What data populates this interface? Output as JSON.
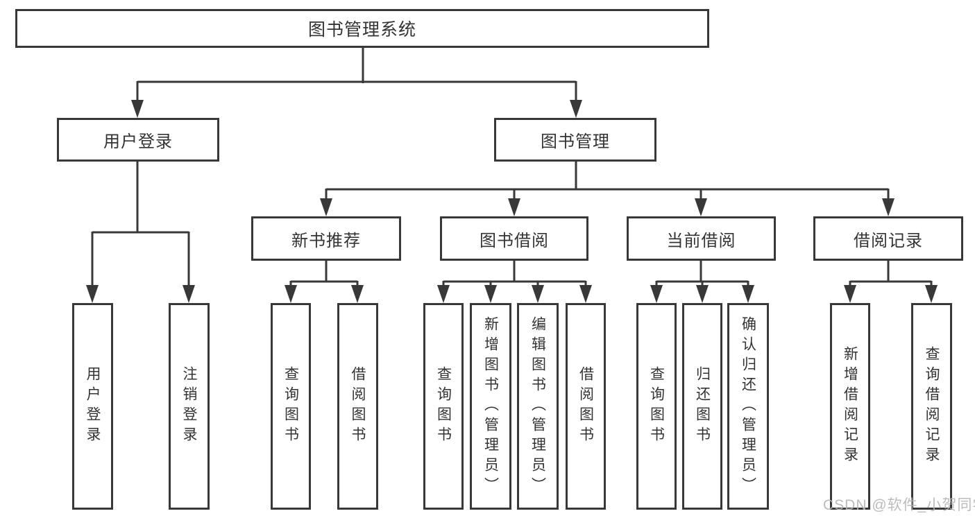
{
  "diagram": {
    "title": "图书管理系统",
    "nodes": {
      "root": "图书管理系统",
      "level2": [
        "用户登录",
        "图书管理"
      ],
      "level3": [
        "新书推荐",
        "图书借阅",
        "当前借阅",
        "借阅记录"
      ],
      "leaves_user_login": [
        "用户登录",
        "注销登录"
      ],
      "leaves_new_book": [
        "查询图书",
        "借阅图书"
      ],
      "leaves_book_borrow": [
        "查询图书",
        "新增图书（管理员）",
        "编辑图书（管理员）",
        "借阅图书"
      ],
      "leaves_current_borrow": [
        "查询图书",
        "归还图书",
        "确认归还（管理员）"
      ],
      "leaves_borrow_record": [
        "新增借阅记录",
        "查询借阅记录"
      ]
    }
  },
  "watermark": "CSDN @软件_小贺同学",
  "colors": {
    "line": "#383838",
    "text": "#333333",
    "watermark": "#b5b5b5",
    "background": "#ffffff"
  }
}
